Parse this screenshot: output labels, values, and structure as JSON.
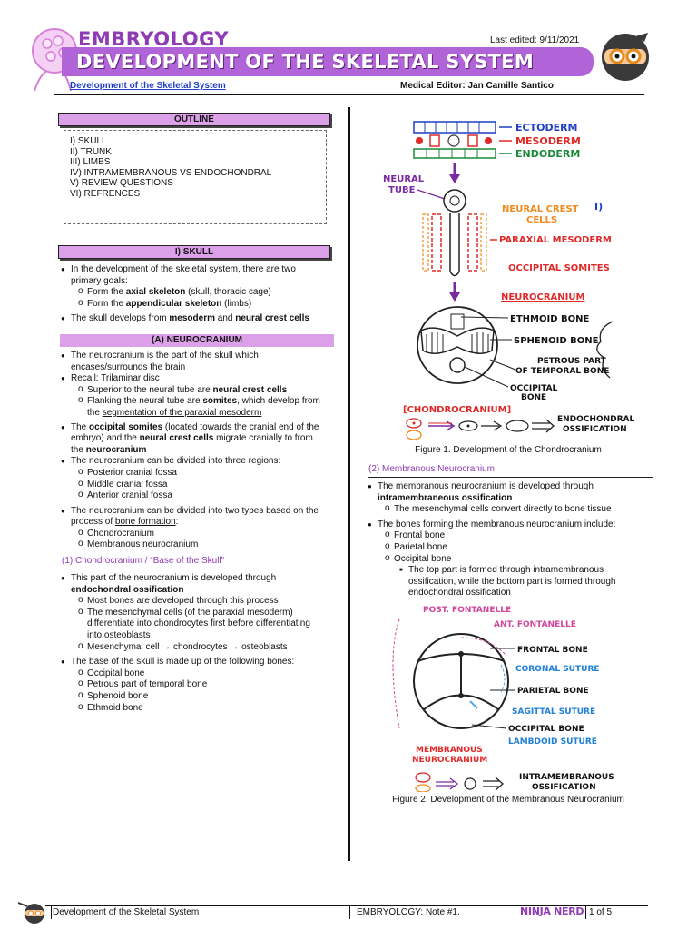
{
  "header": {
    "eyebrow": "EMBRYOLOGY",
    "title": "DEVELOPMENT OF THE SKELETAL SYSTEM",
    "last_edited": "Last edited: 9/11/2021",
    "topic_link": "Development of the Skeletal System",
    "editor": "Medical Editor: Jan Camille Santico"
  },
  "outline": {
    "title": "OUTLINE",
    "items": [
      "I) SKULL",
      "II) TRUNK",
      "III) LIMBS",
      "IV) INTRAMEMBRANOUS VS ENDOCHONDRAL",
      "V) REVIEW QUESTIONS",
      "VI) REFRENCES"
    ]
  },
  "skull": {
    "title": "I)  SKULL",
    "goals_intro": "In the development of the skeletal system, there are two primary goals:",
    "goal1_pre": "Form the ",
    "goal1_b": "axial skeleton",
    "goal1_post": " (skull, thoracic cage)",
    "goal2_pre": "Form the ",
    "goal2_b": "appendicular skeleton",
    "goal2_post": " (limbs)",
    "develops_pre": "The ",
    "develops_u": "skull ",
    "develops_mid": "develops from ",
    "develops_b1": "mesoderm",
    "develops_and": " and ",
    "develops_b2": "neural crest cells"
  },
  "neurocranium": {
    "title": "(A)  NEUROCRANIUM",
    "p1": "The neurocranium is the part of the skull which encases/surrounds the brain",
    "recall": "Recall: Trilaminar disc",
    "r1_pre": "Superior to the neural tube are ",
    "r1_b": "neural crest cells",
    "r2_pre": "Flanking the neural tube are ",
    "r2_b": "somites",
    "r2_mid": ", which develop from the ",
    "r2_u": "segmentation of the paraxial mesoderm",
    "p3_pre": "The ",
    "p3_b1": "occipital somites",
    "p3_mid1": " (located towards the cranial end of the embryo) and the ",
    "p3_b2": "neural crest cells",
    "p3_mid2": " migrate cranially to from the ",
    "p3_b3": "neurocranium",
    "p4": "The neurocranium can be divided into three regions:",
    "regions": [
      "Posterior cranial fossa",
      "Middle cranial fossa",
      "Anterior cranial fossa"
    ],
    "p5_pre": "The neurocranium can be divided into two types based on the process of ",
    "p5_u": "bone formation",
    "p5_post": ":",
    "types": [
      "Chondrocranium",
      "Membranous neurocranium"
    ]
  },
  "chondrocranium": {
    "heading": "(1)  Chondrocranium / “Base of the Skull”",
    "p1_pre": "This part of the neurocranium is developed through ",
    "p1_b": "endochondral ossification",
    "items": [
      "Most bones are developed through this process",
      "The mesenchymal cells (of the paraxial mesoderm) differentiate into chondrocytes first before differentiating into osteoblasts",
      "Mesenchymal cell → chondrocytes → osteoblasts"
    ],
    "p2": "The base of the skull is made up of the following bones:",
    "bones": [
      "Occipital bone",
      "Petrous part of temporal bone",
      "Sphenoid bone",
      "Ethmoid bone"
    ]
  },
  "figure1": {
    "labels": {
      "ectoderm": "ECTODERM",
      "mesoderm": "MESODERM",
      "endoderm": "ENDODERM",
      "neural_tube_1": "NEURAL",
      "neural_tube_2": "TUBE",
      "ncc_1": "NEURAL CREST",
      "ncc_2": "CELLS",
      "marker": "I)",
      "paraxial": "PARAXIAL MESODERM",
      "occipital_somites": "OCCIPITAL SOMITES",
      "neurocranium": "NEUROCRANIUM",
      "ethmoid": "ETHMOID BONE",
      "sphenoid": "SPHENOID BONE",
      "petrous_1": "PETROUS PART",
      "petrous_2": "OF TEMPORAL BONE",
      "occipital_1": "OCCIPITAL",
      "occipital_2": "BONE",
      "chondro": "[CHONDROCRANIUM]",
      "endo_1": "ENDOCHONDRAL",
      "endo_2": "OSSIFICATION"
    },
    "caption": "Figure 1. Development of the Chondrocranium"
  },
  "membranous": {
    "heading": "(2)  Membranous Neurocranium",
    "p1_pre": "The membranous neurocranium is developed through ",
    "p1_b": "intramembraneous ossification",
    "p1_sub": "The mesenchymal cells convert directly to bone tissue",
    "p2": "The bones forming the membranous neurocranium include:",
    "bones": [
      "Frontal bone",
      "Parietal bone",
      "Occipital bone"
    ],
    "note": "The top part is formed through intramembranous ossification, while the bottom part is formed through endochondral ossification"
  },
  "figure2": {
    "labels": {
      "post_font": "POST. FONTANELLE",
      "ant_font": "ANT. FONTANELLE",
      "frontal": "FRONTAL BONE",
      "coronal": "CORONAL SUTURE",
      "parietal": "PARIETAL BONE",
      "sagittal": "SAGITTAL SUTURE",
      "occipital": "OCCIPITAL BONE",
      "lambdoid": "LAMBDOID SUTURE",
      "memb_1": "MEMBRANOUS",
      "memb_2": "NEUROCRANIUM",
      "intra_1": "INTRAMEMBRANOUS",
      "intra_2": "OSSIFICATION"
    },
    "caption": "Figure 2. Development of the Membranous Neurocranium"
  },
  "footer": {
    "left": "Development of the Skeletal System",
    "mid": "EMBRYOLOGY: Note #1.",
    "brand": "NINJA NERD",
    "page": "1 of 5"
  },
  "colors": {
    "purple": "#8e3bb5",
    "banner": "#b164d8",
    "pink_bar": "#dba0e8",
    "blue": "#1f3fc4",
    "red": "#e02a2a",
    "green": "#1a8a3a",
    "orange": "#f08a1c"
  }
}
